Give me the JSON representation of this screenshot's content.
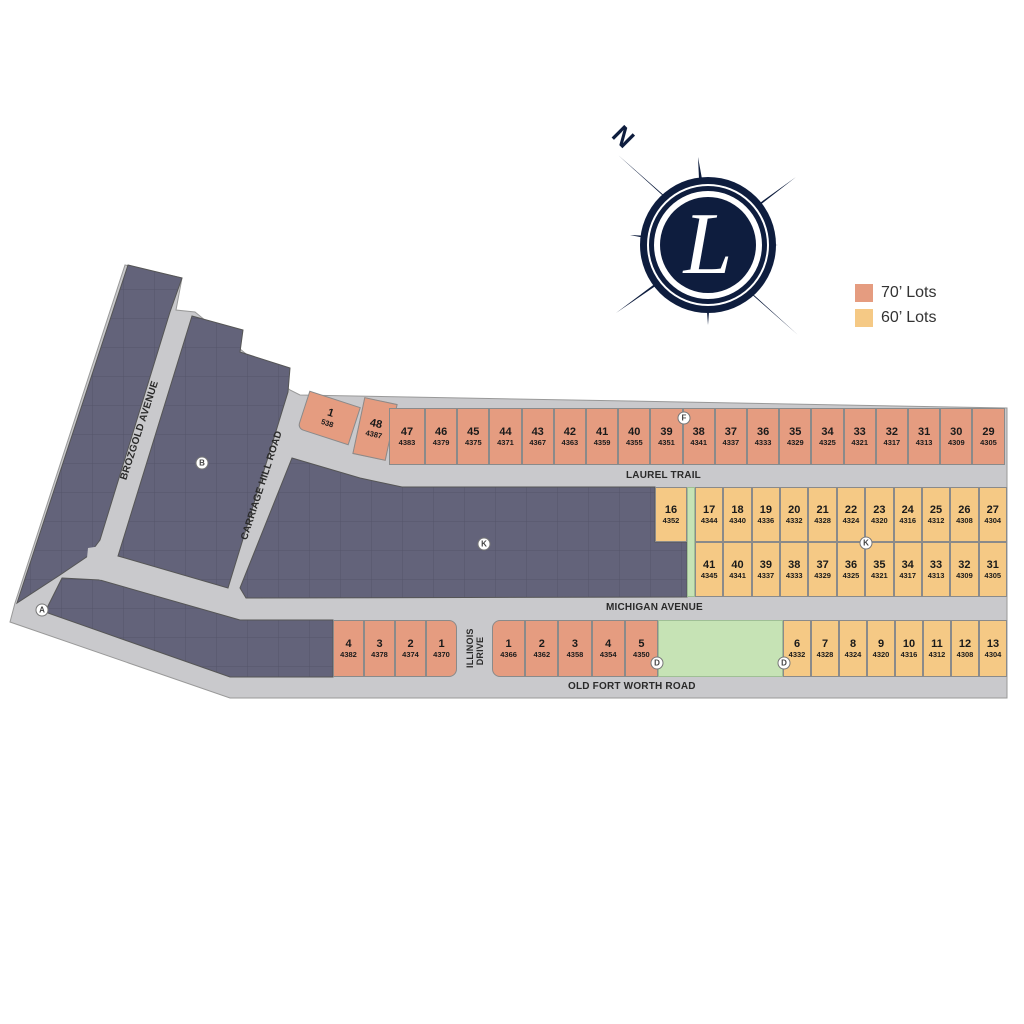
{
  "colors": {
    "lot70": "#e59c80",
    "lot60": "#f5c985",
    "built": "#63637a",
    "road": "#c9c9cc",
    "open_space": "#c6e3b5",
    "compass": "#0e1d3e"
  },
  "compass": {
    "north_label": "N",
    "logo_letter": "L"
  },
  "legend": [
    {
      "label": "70’ Lots",
      "color": "#e59c80"
    },
    {
      "label": "60’ Lots",
      "color": "#f5c985"
    }
  ],
  "roads": {
    "brozgold": "BROZGOLD AVENUE",
    "carriage_hill": "CARRIAGE HILL ROAD",
    "laurel": "LAUREL TRAIL",
    "michigan": "MICHIGAN AVENUE",
    "illinois": "ILLINOIS DRIVE",
    "old_fort_worth": "OLD FORT WORTH ROAD"
  },
  "markers": [
    "A",
    "B",
    "K",
    "K",
    "F",
    "D",
    "D"
  ],
  "lots": {
    "laurel_special": [
      {
        "lot": "1",
        "address": "538"
      },
      {
        "lot": "48",
        "address": "4387"
      },
      {
        "lot": "47",
        "address": "4383"
      }
    ],
    "laurel_row": [
      {
        "lot": "46",
        "address": "4379"
      },
      {
        "lot": "45",
        "address": "4375"
      },
      {
        "lot": "44",
        "address": "4371"
      },
      {
        "lot": "43",
        "address": "4367"
      },
      {
        "lot": "42",
        "address": "4363"
      },
      {
        "lot": "41",
        "address": "4359"
      },
      {
        "lot": "40",
        "address": "4355"
      },
      {
        "lot": "39",
        "address": "4351"
      },
      {
        "lot": "38",
        "address": "4341"
      },
      {
        "lot": "37",
        "address": "4337"
      },
      {
        "lot": "36",
        "address": "4333"
      },
      {
        "lot": "35",
        "address": "4329"
      },
      {
        "lot": "34",
        "address": "4325"
      },
      {
        "lot": "33",
        "address": "4321"
      },
      {
        "lot": "32",
        "address": "4317"
      },
      {
        "lot": "31",
        "address": "4313"
      },
      {
        "lot": "30",
        "address": "4309"
      },
      {
        "lot": "29",
        "address": "4305"
      }
    ],
    "michigan_north_lot16": {
      "lot": "16",
      "address": "4352"
    },
    "michigan_north_upper": [
      {
        "lot": "17",
        "address": "4344"
      },
      {
        "lot": "18",
        "address": "4340"
      },
      {
        "lot": "19",
        "address": "4336"
      },
      {
        "lot": "20",
        "address": "4332"
      },
      {
        "lot": "21",
        "address": "4328"
      },
      {
        "lot": "22",
        "address": "4324"
      },
      {
        "lot": "23",
        "address": "4320"
      },
      {
        "lot": "24",
        "address": "4316"
      },
      {
        "lot": "25",
        "address": "4312"
      },
      {
        "lot": "26",
        "address": "4308"
      },
      {
        "lot": "27",
        "address": "4304"
      }
    ],
    "michigan_north_lower": [
      {
        "lot": "41",
        "address": "4345"
      },
      {
        "lot": "40",
        "address": "4341"
      },
      {
        "lot": "39",
        "address": "4337"
      },
      {
        "lot": "38",
        "address": "4333"
      },
      {
        "lot": "37",
        "address": "4329"
      },
      {
        "lot": "36",
        "address": "4325"
      },
      {
        "lot": "35",
        "address": "4321"
      },
      {
        "lot": "34",
        "address": "4317"
      },
      {
        "lot": "33",
        "address": "4313"
      },
      {
        "lot": "32",
        "address": "4309"
      },
      {
        "lot": "31",
        "address": "4305"
      }
    ],
    "ofw_west": [
      {
        "lot": "4",
        "address": "4382"
      },
      {
        "lot": "3",
        "address": "4378"
      },
      {
        "lot": "2",
        "address": "4374"
      },
      {
        "lot": "1",
        "address": "4370"
      }
    ],
    "ofw_east70": [
      {
        "lot": "1",
        "address": "4366"
      },
      {
        "lot": "2",
        "address": "4362"
      },
      {
        "lot": "3",
        "address": "4358"
      },
      {
        "lot": "4",
        "address": "4354"
      },
      {
        "lot": "5",
        "address": "4350"
      }
    ],
    "ofw_east60": [
      {
        "lot": "6",
        "address": "4332"
      },
      {
        "lot": "7",
        "address": "4328"
      },
      {
        "lot": "8",
        "address": "4324"
      },
      {
        "lot": "9",
        "address": "4320"
      },
      {
        "lot": "10",
        "address": "4316"
      },
      {
        "lot": "11",
        "address": "4312"
      },
      {
        "lot": "12",
        "address": "4308"
      },
      {
        "lot": "13",
        "address": "4304"
      }
    ]
  }
}
